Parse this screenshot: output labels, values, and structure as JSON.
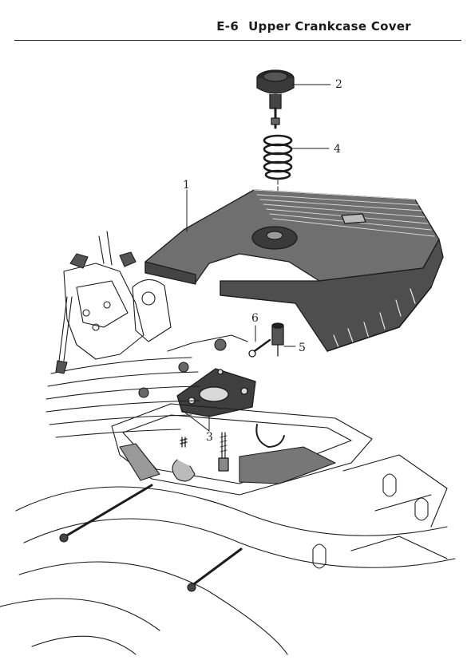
{
  "header": {
    "section_code": "E-6",
    "section_title": "Upper Crankcase Cover"
  },
  "diagram": {
    "callouts": [
      {
        "label": "1"
      },
      {
        "label": "2"
      },
      {
        "label": "3"
      },
      {
        "label": "4"
      },
      {
        "label": "5"
      },
      {
        "label": "6"
      }
    ]
  }
}
